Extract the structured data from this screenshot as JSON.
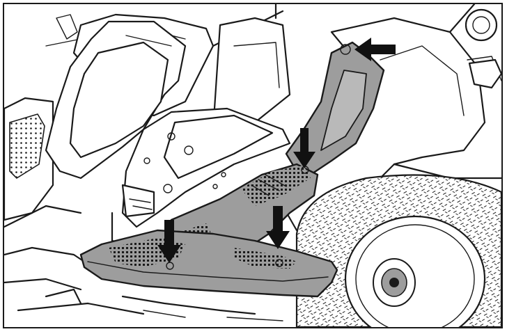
{
  "figure": {
    "subject": "riding-mower-footplate",
    "fastener_markers": [
      {
        "id": "top-right",
        "direction": "left"
      },
      {
        "id": "middle",
        "direction": "down"
      },
      {
        "id": "front-left",
        "direction": "down"
      },
      {
        "id": "front-right",
        "direction": "down"
      }
    ],
    "colors": {
      "highlight_part": "#9d9d9d",
      "line": "#1a1a1a",
      "background": "#ffffff",
      "arrow": "#111111"
    }
  }
}
